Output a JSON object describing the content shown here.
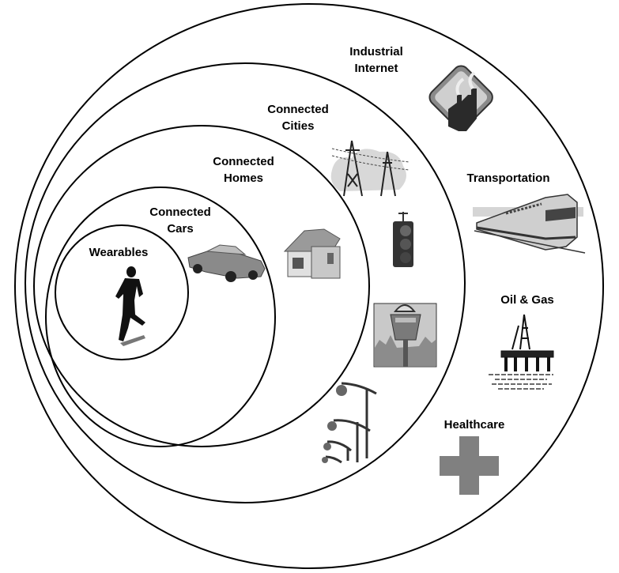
{
  "title": "Internet of Things nested domains",
  "rings": [
    {
      "id": "wearables",
      "label": "Wearables",
      "icon": "running-person-icon"
    },
    {
      "id": "connected-cars",
      "label_lines": [
        "Connected",
        "Cars"
      ],
      "icon": "car-icon"
    },
    {
      "id": "connected-homes",
      "label_lines": [
        "Connected",
        "Homes"
      ],
      "icon": "house-icon"
    },
    {
      "id": "connected-cities",
      "label_lines": [
        "Connected",
        "Cities"
      ],
      "icons": [
        "power-lines-icon",
        "traffic-light-icon",
        "parking-meter-icon",
        "street-lamps-icon"
      ]
    },
    {
      "id": "industrial-internet",
      "label_lines": [
        "Industrial",
        "Internet"
      ],
      "icon": "factory-icon"
    }
  ],
  "industrial_sectors": [
    {
      "label": "Transportation",
      "icon": "train-icon"
    },
    {
      "label": "Oil & Gas",
      "icon": "oil-rig-icon"
    },
    {
      "label": "Healthcare",
      "icon": "medical-cross-icon"
    }
  ],
  "colors": {
    "stroke": "#000000",
    "icon_gray": "#808080",
    "icon_light": "#d0d0d0",
    "icon_dark": "#2a2a2a"
  }
}
